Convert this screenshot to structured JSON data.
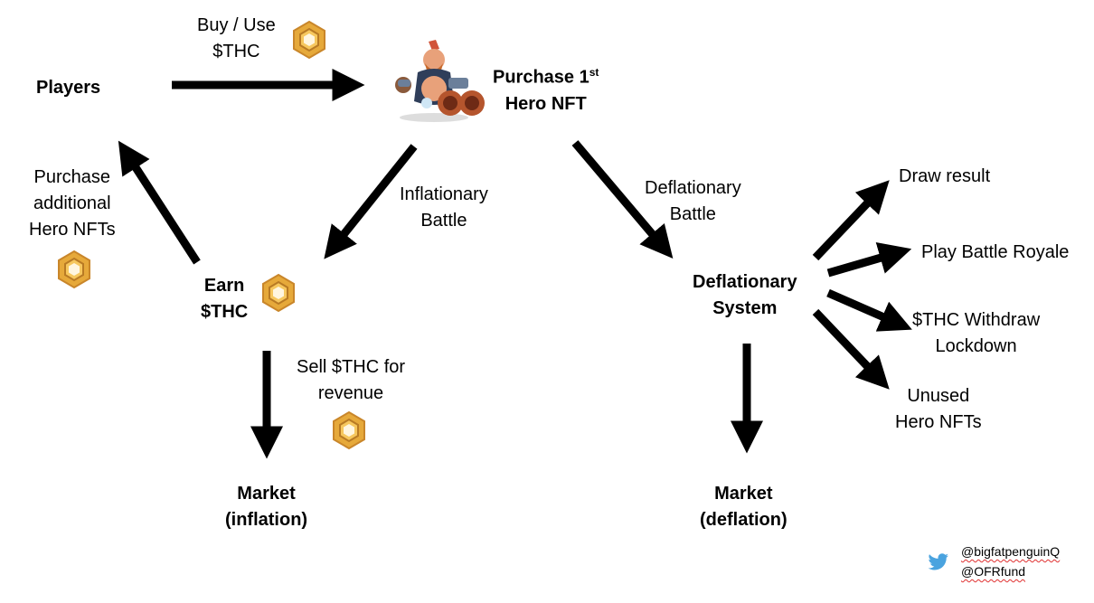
{
  "nodes": {
    "players": "Players",
    "purchase_first": "Purchase 1",
    "purchase_first_sup": "st",
    "hero_nft": "Hero NFT",
    "earn": "Earn",
    "thc": "$THC",
    "deflationary_system_1": "Deflationary",
    "deflationary_system_2": "System",
    "market_inflation_1": "Market",
    "market_inflation_2": "(inflation)",
    "market_deflation_1": "Market",
    "market_deflation_2": "(deflation)"
  },
  "edges": {
    "buy_use_1": "Buy / Use",
    "buy_use_2": "$THC",
    "purchase_additional_1": "Purchase",
    "purchase_additional_2": "additional",
    "purchase_additional_3": "Hero NFTs",
    "inflationary_1": "Inflationary",
    "inflationary_2": "Battle",
    "deflationary_1": "Deflationary",
    "deflationary_2": "Battle",
    "sell_1": "Sell $THC for",
    "sell_2": "revenue"
  },
  "outcomes": {
    "draw": "Draw result",
    "battle_royale": "Play Battle Royale",
    "withdraw_1": "$THC Withdraw",
    "withdraw_2": "Lockdown",
    "unused_1": "Unused",
    "unused_2": "Hero NFTs"
  },
  "credits": {
    "icon": "twitter-bird-icon",
    "handle_1": "@bigfatpenguinQ",
    "handle_2": "@OFRfund"
  },
  "colors": {
    "coin": "#e6a93a",
    "twitter": "#4aa3df"
  }
}
